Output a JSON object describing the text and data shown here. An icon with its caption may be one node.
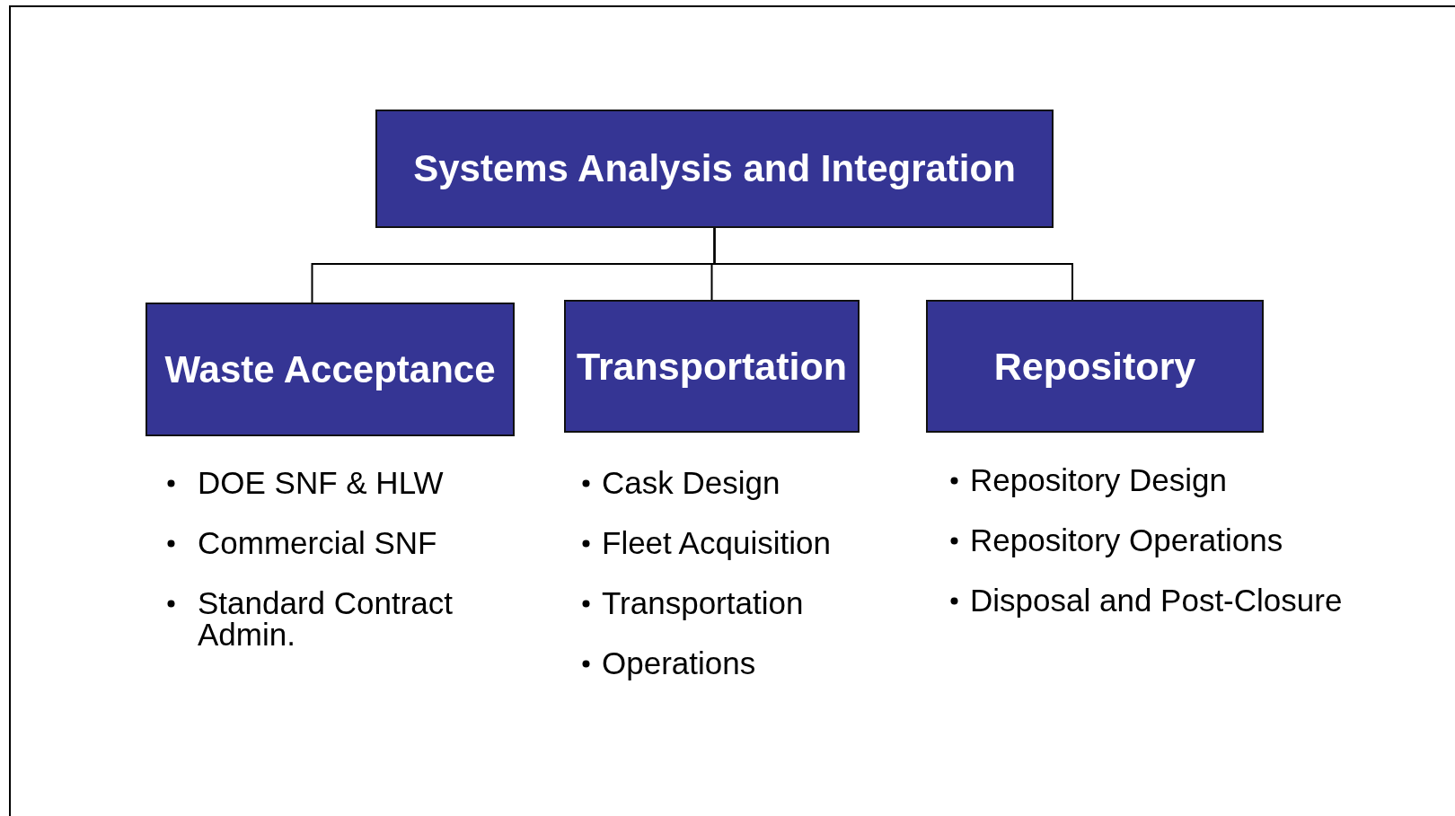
{
  "diagram": {
    "nodes": [
      {
        "text": [
          "Systems Analysis and Integration"
        ]
      },
      {
        "text": [
          "Waste Acceptance"
        ],
        "beside": [
          "DOE SNF & HLW",
          "Commercial SNF",
          "Standard Contract Admin."
        ]
      },
      {
        "text": [
          "Transportation"
        ],
        "beside": [
          "Cask Design",
          "Fleet Acquisition",
          "Transportation",
          "Operations"
        ]
      },
      {
        "text": [
          "Repository"
        ],
        "beside": [
          "Repository Design",
          "Repository Operations",
          "Disposal and Post-Closure"
        ]
      }
    ],
    "edges": [
      {
        "from": 0,
        "to": 1,
        "arrow": "none"
      },
      {
        "from": 0,
        "to": 2,
        "arrow": "none"
      },
      {
        "from": 0,
        "to": 3,
        "arrow": "none"
      }
    ]
  }
}
